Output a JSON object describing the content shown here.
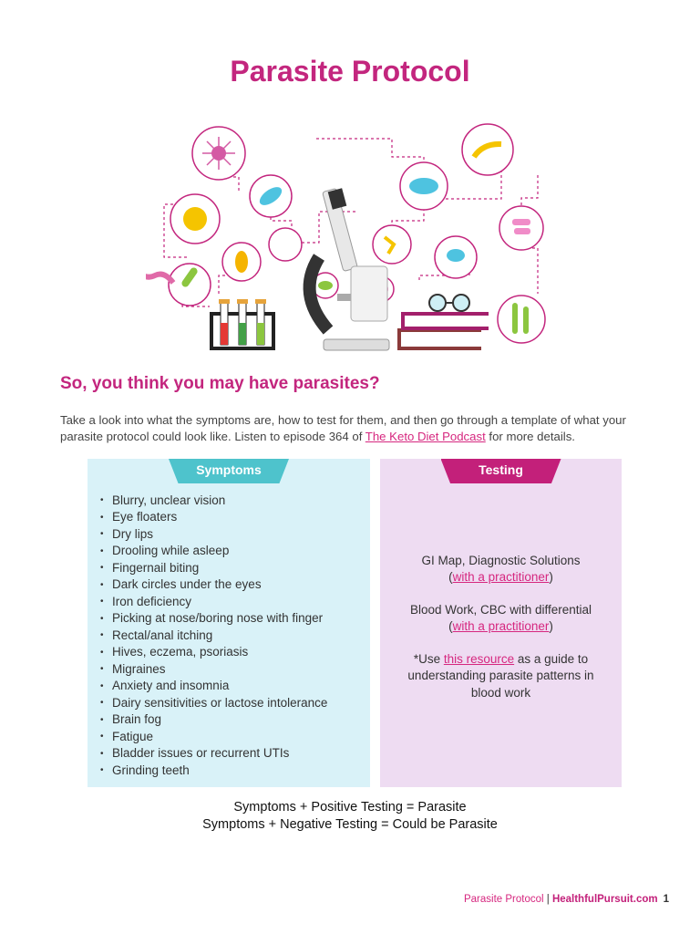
{
  "title": "Parasite Protocol",
  "subtitle": "So, you think you may have parasites?",
  "intro": {
    "text_before": "Take a look into what the symptoms are, how to test for them, and then go through a template of what your parasite protocol could look like. Listen to episode 364 of ",
    "link": "The Keto Diet Podcast",
    "text_after": " for more details."
  },
  "symptoms": {
    "heading": "Symptoms",
    "items": [
      "Blurry, unclear vision",
      "Eye floaters",
      "Dry lips",
      "Drooling while asleep",
      "Fingernail biting",
      "Dark circles under the eyes",
      "Iron deficiency",
      "Picking at nose/boring nose with finger",
      "Rectal/anal itching",
      "Hives, eczema, psoriasis",
      "Migraines",
      "Anxiety and insomnia",
      "Dairy sensitivities or lactose intolerance",
      "Brain fog",
      "Fatigue",
      "Bladder issues or recurrent UTIs",
      "Grinding teeth"
    ]
  },
  "testing": {
    "heading": "Testing",
    "gi_map": "GI Map, Diagnostic Solutions",
    "gi_map_paren_open": "(",
    "gi_map_link": "with a practitioner",
    "gi_map_paren_close": ")",
    "blood_work": "Blood Work, CBC with differential",
    "blood_paren_open": "(",
    "blood_link": "with a practitioner",
    "blood_paren_close": ")",
    "note_before": "*Use ",
    "note_link": "this resource",
    "note_after": " as a guide to understanding parasite patterns in blood work"
  },
  "summary": {
    "line1": "Symptoms + Positive Testing = Parasite",
    "line2": "Symptoms + Negative Testing = Could be Parasite"
  },
  "footer": {
    "doc_title": "Parasite Protocol",
    "separator": " | ",
    "site": "HealthfulPursuit.com",
    "page": "1"
  },
  "colors": {
    "brand_magenta": "#c3267e",
    "symptoms_panel": "#d9f2f8",
    "symptoms_tab": "#4ec3cc",
    "testing_panel": "#eedcf2",
    "testing_tab": "#c3207a"
  },
  "icons": {
    "illustration": "microscope-parasites-illustration"
  }
}
